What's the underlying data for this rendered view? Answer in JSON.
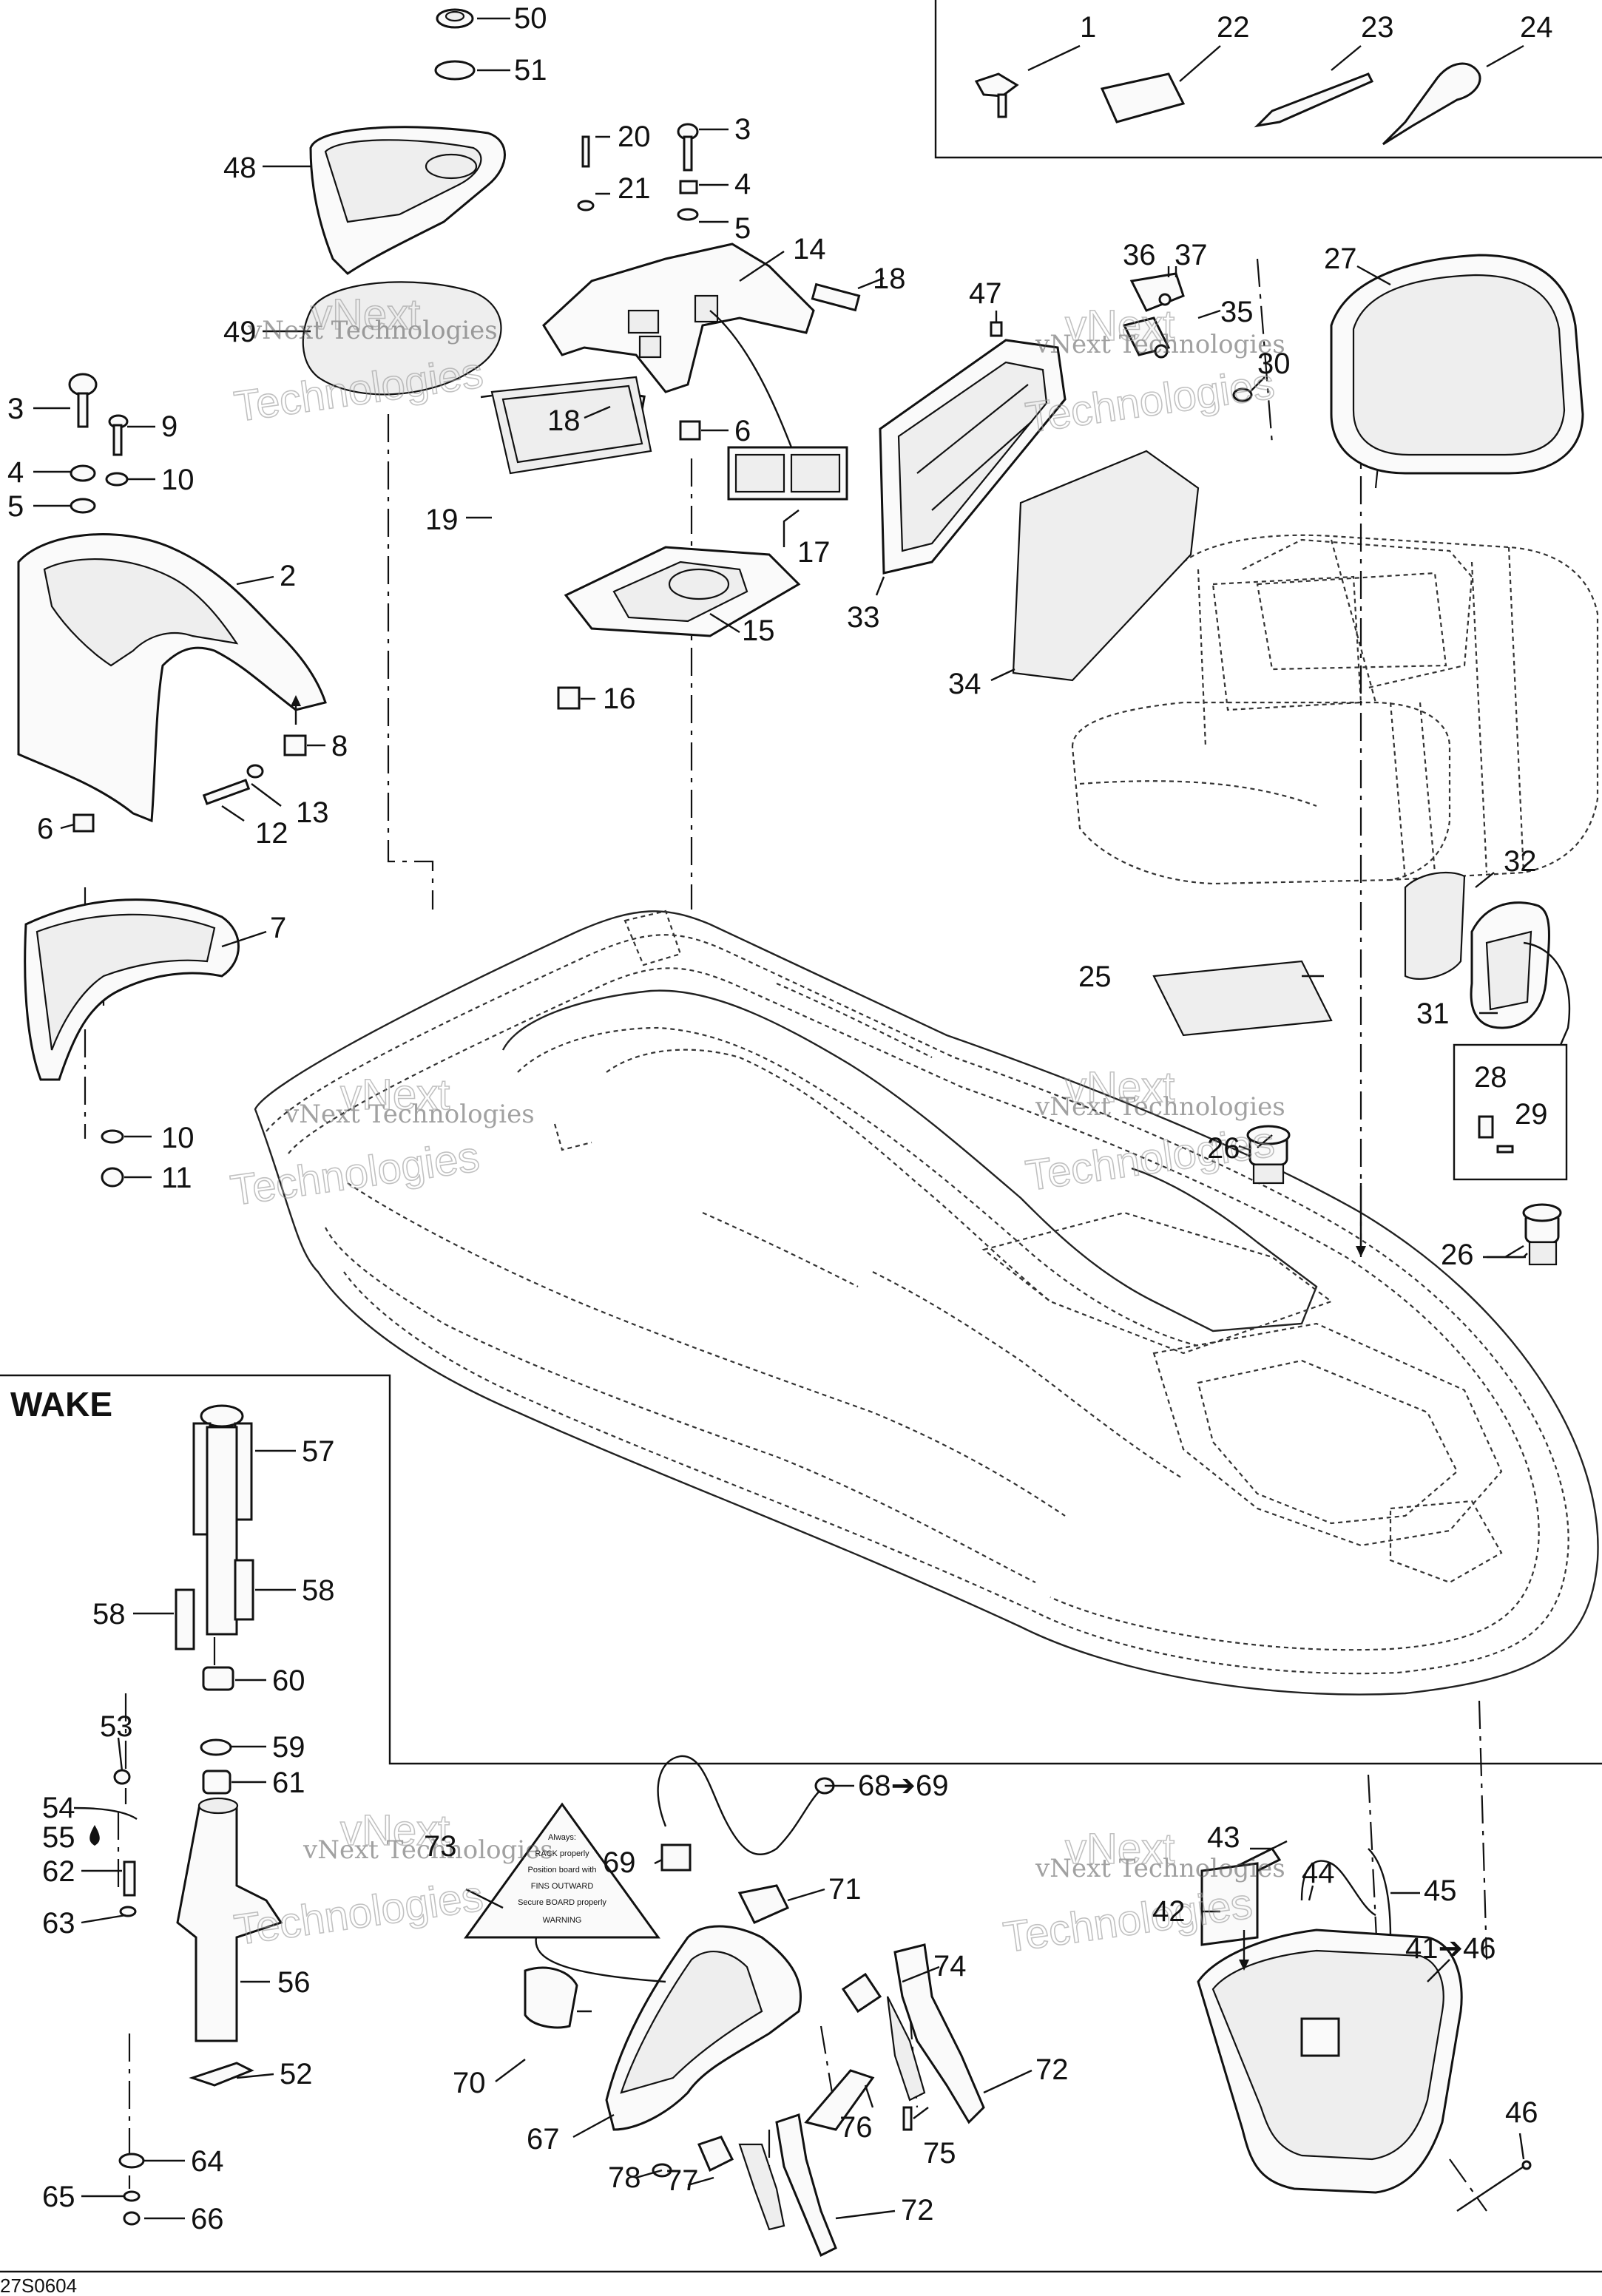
{
  "section_title": "WAKE",
  "reference_code": "27S0604",
  "watermark": {
    "line1": "vNext Technologies",
    "big1": "vNext",
    "big2": "Technologies"
  },
  "decal_73_text": {
    "l1": "Always:",
    "l2": "RACK properly",
    "l3": "Position board with",
    "l4": "FINS OUTWARD",
    "l5": "Secure BOARD properly",
    "l6": "WARNING"
  },
  "callouts": {
    "c1": "1",
    "c2": "2",
    "c3a": "3",
    "c3b": "3",
    "c4a": "4",
    "c4b": "4",
    "c5a": "5",
    "c5b": "5",
    "c6a": "6",
    "c6b": "6",
    "c7": "7",
    "c8": "8",
    "c9": "9",
    "c10a": "10",
    "c10b": "10",
    "c11": "11",
    "c12": "12",
    "c13": "13",
    "c14": "14",
    "c15": "15",
    "c16": "16",
    "c17": "17",
    "c18a": "18",
    "c18b": "18",
    "c19": "19",
    "c20": "20",
    "c21": "21",
    "c22": "22",
    "c23": "23",
    "c24": "24",
    "c25": "25",
    "c26a": "26",
    "c26b": "26",
    "c27": "27",
    "c28": "28",
    "c29": "29",
    "c30": "30",
    "c31": "31",
    "c32": "32",
    "c33": "33",
    "c34": "34",
    "c35": "35",
    "c36": "36",
    "c37": "37",
    "c41": "41➔46",
    "c42": "42",
    "c43": "43",
    "c44": "44",
    "c45": "45",
    "c46": "46",
    "c47": "47",
    "c48": "48",
    "c49": "49",
    "c50": "50",
    "c51": "51",
    "c52": "52",
    "c53": "53",
    "c54": "54",
    "c55": "55",
    "c56": "56",
    "c57": "57",
    "c58a": "58",
    "c58b": "58",
    "c59": "59",
    "c60": "60",
    "c61": "61",
    "c62": "62",
    "c63": "63",
    "c64": "64",
    "c65": "65",
    "c66": "66",
    "c67": "67",
    "c68": "68➔69",
    "c69": "69",
    "c70": "70",
    "c71": "71",
    "c72a": "72",
    "c72b": "72",
    "c73": "73",
    "c74": "74",
    "c75": "75",
    "c76": "76",
    "c77": "77",
    "c78": "78"
  }
}
